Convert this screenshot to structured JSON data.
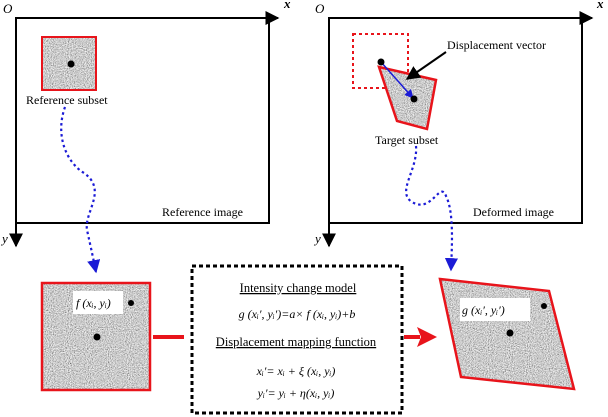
{
  "axes": {
    "origin": "O",
    "x": "x",
    "y": "y"
  },
  "reference_panel": {
    "caption": "Reference image",
    "subset_label": "Reference subset"
  },
  "deformed_panel": {
    "caption": "Deformed image",
    "subset_label": "Target subset",
    "vector_label": "Displacement vector"
  },
  "ref_zoom_label": "f (xᵢ, yᵢ)",
  "target_zoom_label": "g (xᵢ′, yᵢ′)",
  "model_box": {
    "intensity_title": "Intensity change model",
    "intensity_equation": "g (xᵢ′, yᵢ′)=a× f (xᵢ, yᵢ)+b",
    "mapping_title": "Displacement mapping function",
    "mapping_eq_x": "xᵢ′= xᵢ + ξ (xᵢ, yᵢ)",
    "mapping_eq_y": "yᵢ′= yᵢ + η(xᵢ, yᵢ)"
  },
  "colors": {
    "subset_border": "#e8141b",
    "path_blue": "#1b1bd6",
    "arrow_red": "#e8141b",
    "speckle_base": "#9a9a9a"
  }
}
